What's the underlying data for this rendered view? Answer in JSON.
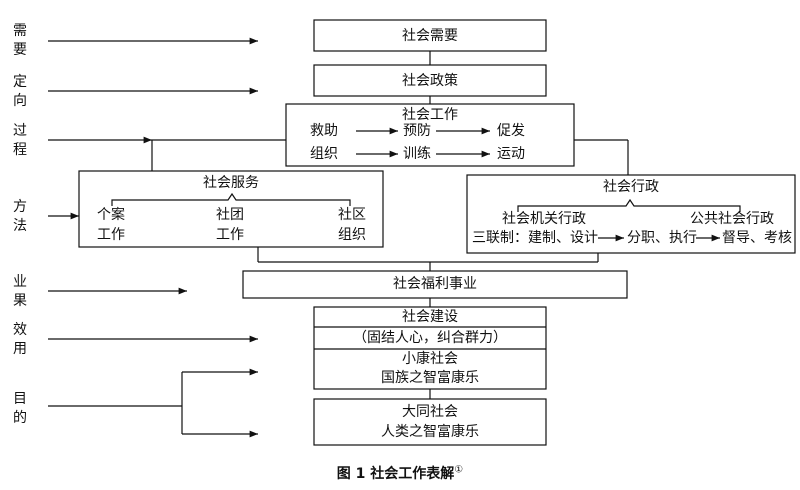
{
  "side_labels": {
    "need": [
      "需",
      "要"
    ],
    "orientation": [
      "定",
      "向"
    ],
    "process": [
      "过",
      "程"
    ],
    "method": [
      "方",
      "法"
    ],
    "achievement": [
      "业",
      "果"
    ],
    "effect": [
      "效",
      "用"
    ],
    "goal": [
      "目",
      "的"
    ]
  },
  "boxes": {
    "social_need": "社会需要",
    "social_policy": "社会政策",
    "social_work": {
      "title": "社会工作",
      "row1": [
        "救助",
        "预防",
        "促发"
      ],
      "row2": [
        "组织",
        "训练",
        "运动"
      ]
    },
    "social_service": {
      "title": "社会服务",
      "items": [
        {
          "line1": "个案",
          "line2": "工作"
        },
        {
          "line1": "社团",
          "line2": "工作"
        },
        {
          "line1": "社区",
          "line2": "组织"
        }
      ]
    },
    "social_admin": {
      "title": "社会行政",
      "left": "社会机关行政",
      "right": "公共社会行政",
      "bottom": {
        "prefix": "三联制：",
        "step1": "建制、设计",
        "step2": "分职、执行",
        "step3": "督导、考核"
      }
    },
    "welfare": "社会福利事业",
    "construction": {
      "title": "社会建设",
      "subtitle": "（固结人心，纠合群力）",
      "line3": "小康社会",
      "line4": "国族之智富康乐"
    },
    "great_harmony": {
      "line1": "大同社会",
      "line2": "人类之智富康乐"
    }
  },
  "caption": {
    "text": "图 1  社会工作表解",
    "note": "①"
  }
}
